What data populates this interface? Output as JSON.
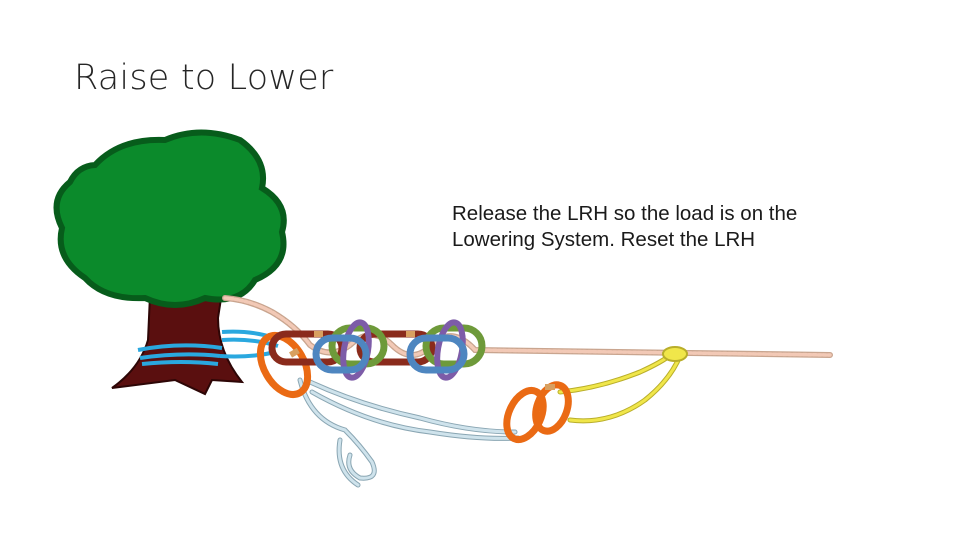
{
  "slide": {
    "title": "Raise to Lower",
    "caption_lines": [
      "Release the LRH so the load is on the",
      "Lowering System. Reset the LRH"
    ]
  },
  "colors": {
    "foliage": "#0b8a2b",
    "foliage_outline": "#075c1b",
    "trunk": "#5a0f0f",
    "anchor_webbing": "#2aa8df",
    "main_line": "#f2c9b6",
    "lrh_cord": "#f0e64a",
    "lowering_rope": "#cfe3ec",
    "carabiner_orange": "#ea6a14",
    "carabiner_red": "#8a2b1c",
    "carabiner_green": "#6e9a3a",
    "carabiner_purple": "#7d5ca8",
    "carabiner_blue": "#4e86c0"
  }
}
